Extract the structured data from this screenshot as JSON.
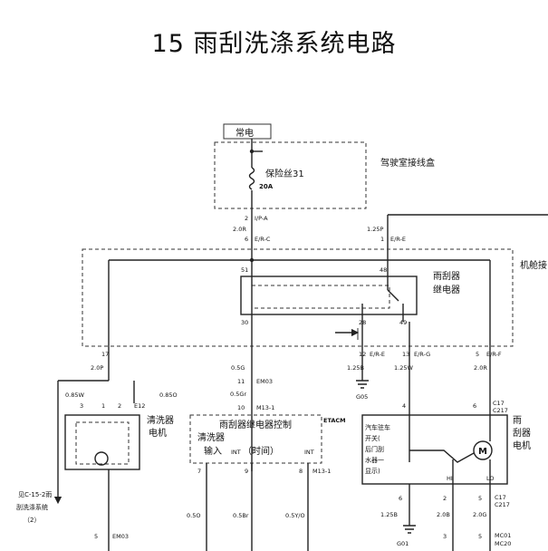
{
  "title": "15  雨刮洗涤系统电路",
  "power": {
    "label": "常电"
  },
  "fuse": {
    "label": "保险丝31",
    "rating": "20A"
  },
  "labels": {
    "driver_junction_box": "驾驶室接线盒",
    "engine_room_box": "机舱接",
    "wiper_relay": [
      "雨刮器",
      "继电器"
    ],
    "washer_motor": [
      "清洗器",
      "电机"
    ],
    "etacm_title": "雨刮器继电器控制",
    "etacm_washer": "清洗器",
    "etacm_input": "输入",
    "etacm_time": "（时间）",
    "etacm": "ETACM",
    "park_switch": [
      "汽车驻车",
      "开关(",
      "后门刮",
      "水器一",
      "显示)"
    ],
    "wiper_motor": [
      "雨",
      "刮器",
      "电机"
    ],
    "see_ref": [
      "见C-15-2雨",
      "刮洗涤系统",
      "（2）"
    ],
    "motor_m": "M",
    "int1": "INT",
    "int2": "INT",
    "hi": "HI",
    "lo": "LO"
  },
  "connectors": {
    "ip_a": "I/P-A",
    "er_c": "E/R-C",
    "er_e_top": "E/R-E",
    "er_e": "E/R-E",
    "er_g": "E/R-G",
    "er_f": "E/R-F",
    "em03": "EM03",
    "m13_1": "M13-1",
    "m13_1b": "M13-1",
    "e12": "E12",
    "c17": "C17",
    "c217": "C217",
    "c17b": "C17",
    "c217b": "C217",
    "g05": "G05",
    "g01": "G01",
    "em03b": "EM03",
    "mc01": "MC01",
    "mc20": "MC20"
  },
  "pins": {
    "p2": "2",
    "p6": "6",
    "p1": "1",
    "p51": "51",
    "p48": "48",
    "p30": "30",
    "p28": "28",
    "p49": "49",
    "p17": "17",
    "p11": "11",
    "p12": "12",
    "p13": "13",
    "p5": "5",
    "p10": "10",
    "p3": "3",
    "p1b": "1",
    "p2b": "2",
    "p7": "7",
    "p9": "9",
    "p8": "8",
    "p4": "4",
    "p6b": "6",
    "p5b": "5",
    "p6c": "6",
    "p2c": "2",
    "p3b": "3",
    "p5c": "5",
    "p5d": "5"
  },
  "wires": {
    "w20r": "2.0R",
    "w125p": "1.25P",
    "w20p": "2.0P",
    "w05g": "0.5G",
    "w05gr": "0.5Gr",
    "w085w": "0.85W",
    "w085o": "0.85O",
    "w125b": "1.25B",
    "w125w": "1.25W",
    "w20r_b": "2.0R",
    "w05o": "0.5O",
    "w05br": "0.5Br",
    "w05yo": "0.5Y/O",
    "w125b_b": "1.25B",
    "w20b": "2.0B",
    "w20g": "2.0G"
  }
}
